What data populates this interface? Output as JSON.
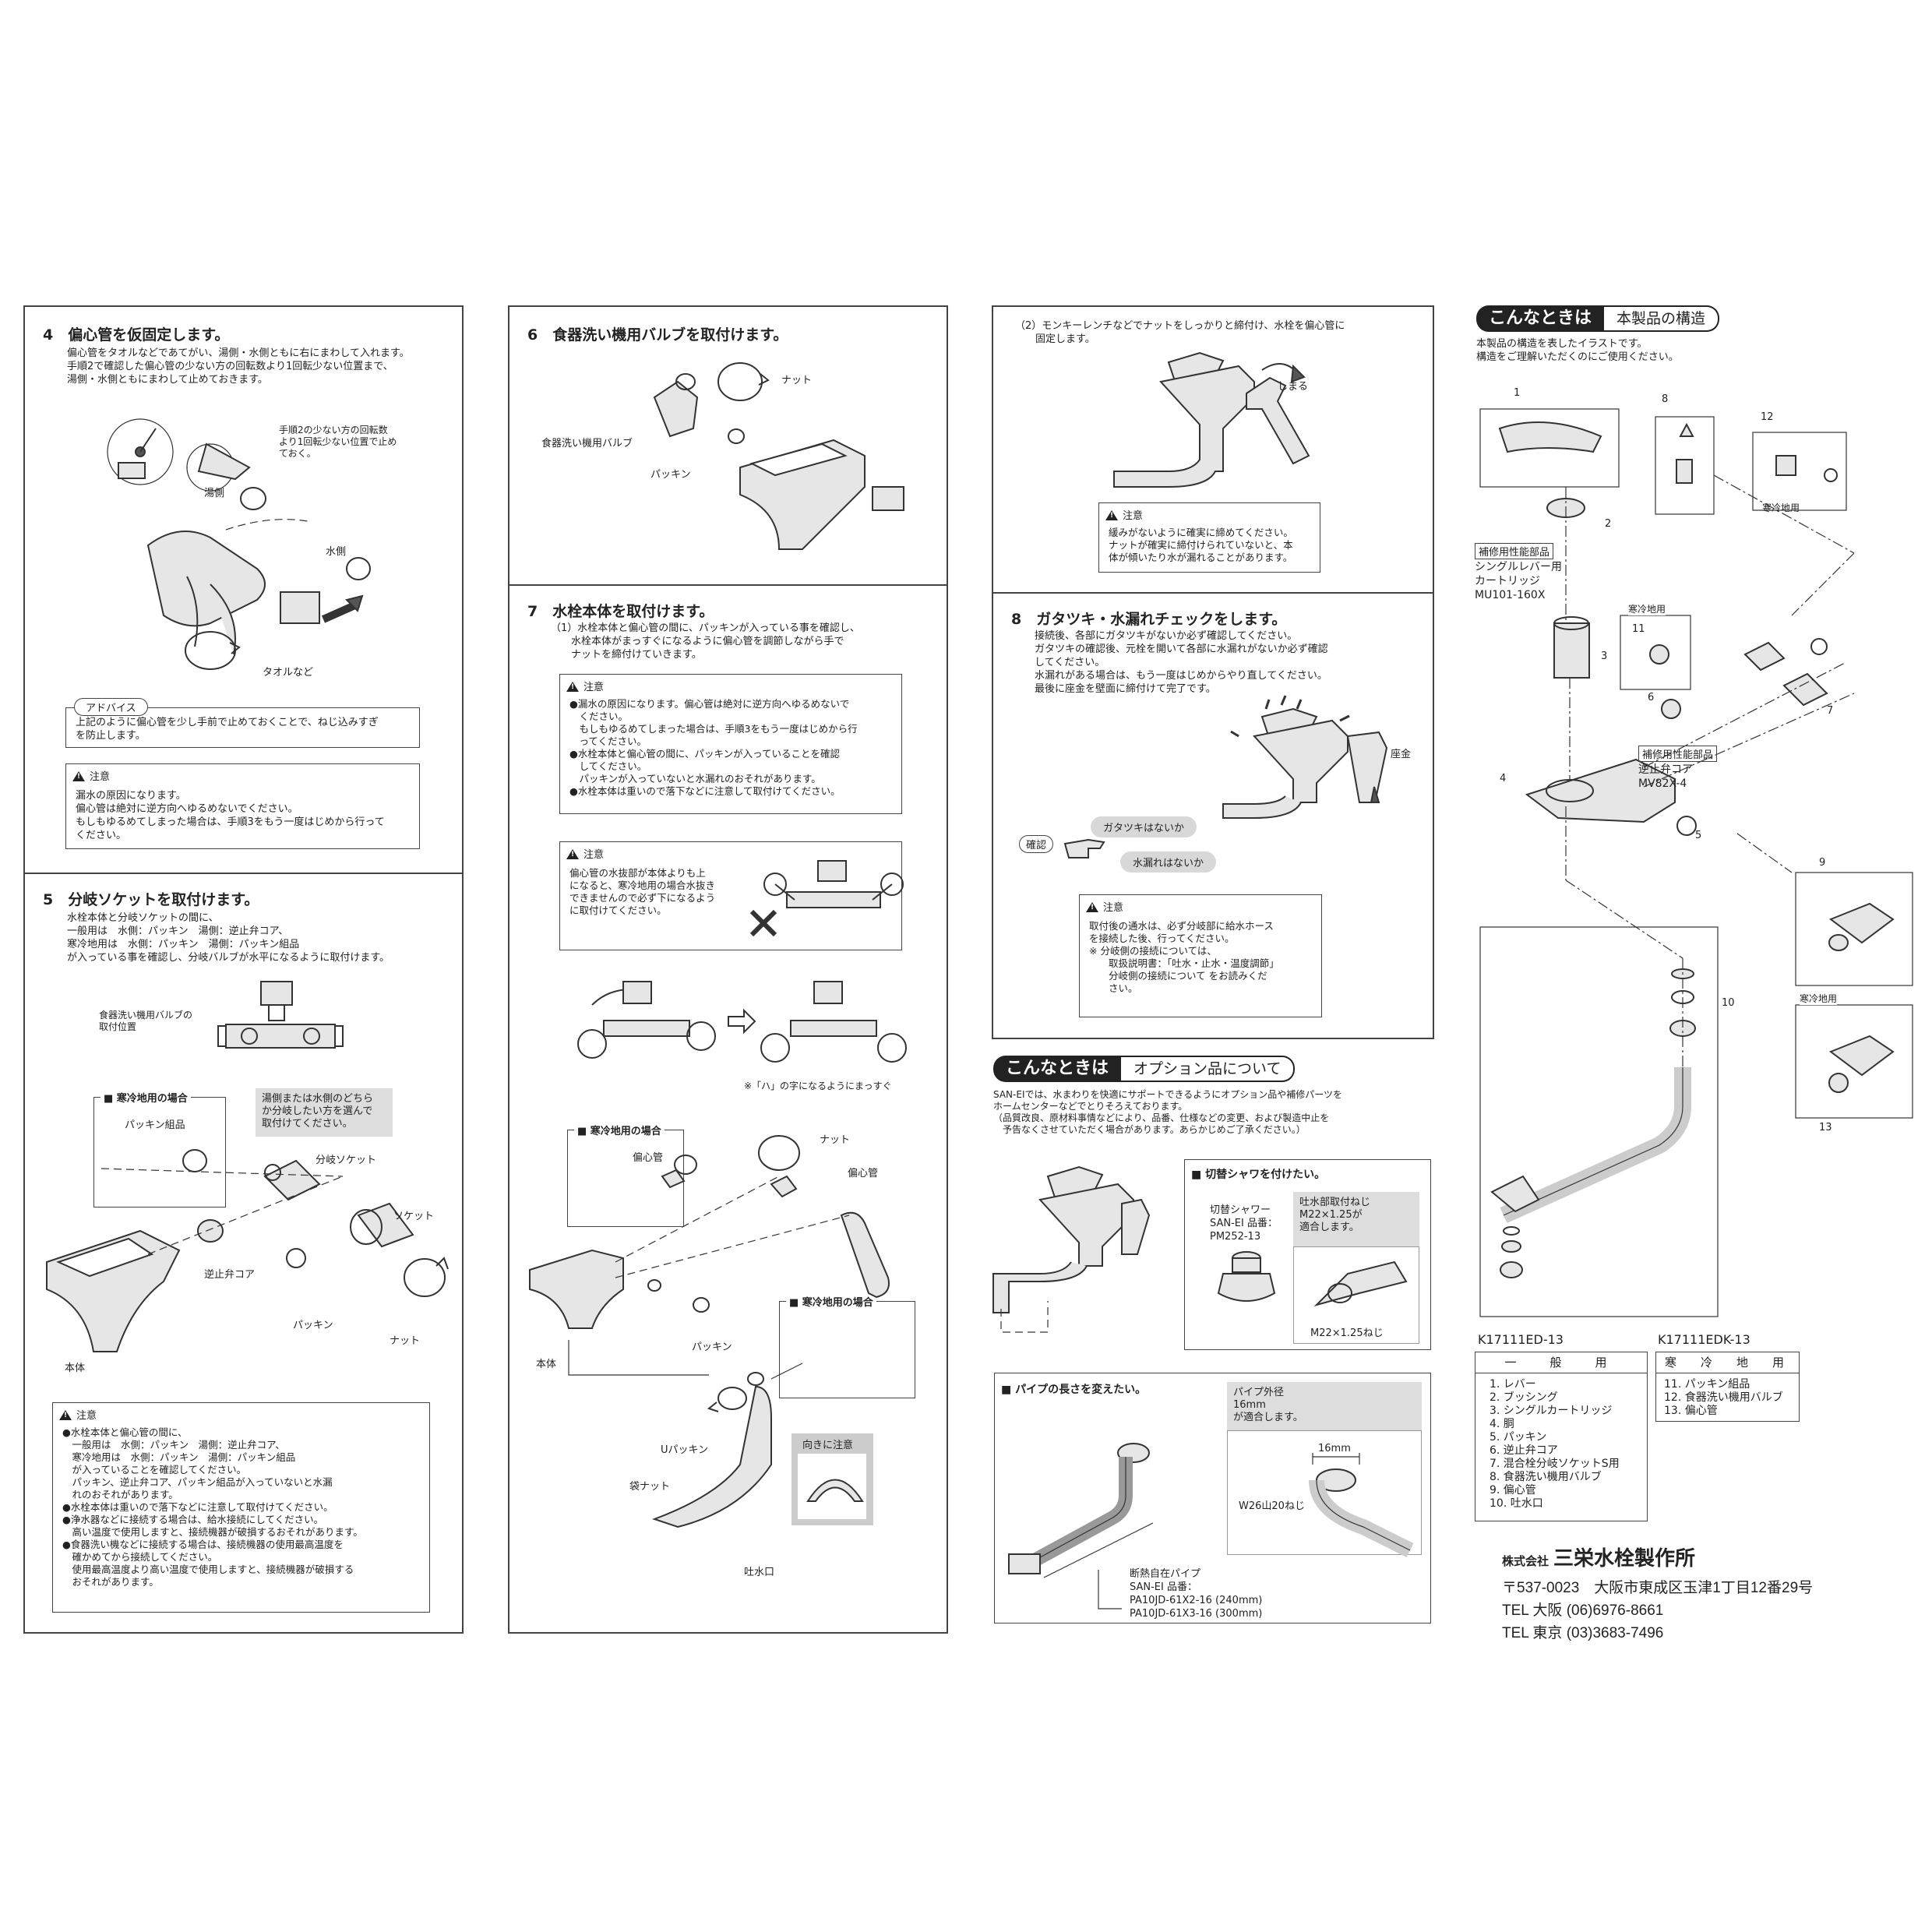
{
  "col1": {
    "s4": {
      "title": "4　偏心管を仮固定します。",
      "desc": "偏心管をタオルなどであてがい、湯側・水側ともに右にまわして入れます。\n手順2で確認した偏心管の少ない方の回転数より1回転少ない位置まで、\n湯側・水側ともにまわして止めておきます。",
      "note": "手順2の少ない方の回転数\nより1回転少ない位置で止め\nておく。",
      "lbl_yu": "湯側",
      "lbl_mizu": "水側",
      "lbl_towel": "タオルなど",
      "advice_tag": "アドバイス",
      "advice_text": "上記のように偏心管を少し手前で止めておくことで、ねじ込みすぎ\nを防止します。",
      "caution_head": "注意",
      "caution_text": "漏水の原因になります。\n偏心管は絶対に逆方向へゆるめないでください。\nもしもゆるめてしまった場合は、手順3をもう一度はじめから行って\nください。"
    },
    "s5": {
      "title": "5　分岐ソケットを取付けます。",
      "desc": "水栓本体と分岐ソケットの間に、\n一般用は　水側：パッキン　湯側：逆止弁コア、\n寒冷地用は　水側：パッキン　湯側：パッキン組品\nが入っている事を確認し、分岐バルブが水平になるように取付けます。",
      "lbl_valve_pos": "食器洗い機用バルブの\n取付位置",
      "cold_head": "■ 寒冷地用の場合",
      "lbl_packing_set": "パッキン組品",
      "shaded_note": "湯側または水側のどちら\nか分岐したい方を選んで\n取付けてください。",
      "lbl_branch_socket": "分岐ソケット",
      "lbl_socket": "ソケット",
      "lbl_check_core": "逆止弁コア",
      "lbl_packing": "パッキン",
      "lbl_nut": "ナット",
      "lbl_body": "本体",
      "caution_head": "注意",
      "caution_text": "●水栓本体と偏心管の間に、\n　一般用は　水側：パッキン　湯側：逆止弁コア、\n　寒冷地用は　水側：パッキン　湯側：パッキン組品\n　が入っていることを確認してください。\n　パッキン、逆止弁コア、パッキン組品が入っていないと水漏\n　れのおそれがあります。\n●水栓本体は重いので落下などに注意して取付けてください。\n●浄水器などに接続する場合は、給水接続にしてください。\n　高い温度で使用しますと、接続機器が破損するおそれがあります。\n●食器洗い機などに接続する場合は、接続機器の使用最高温度を\n　確かめてから接続してください。\n　使用最高温度より高い温度で使用しますと、接続機器が破損する\n　おそれがあります。"
    }
  },
  "col2": {
    "s6": {
      "title": "6　食器洗い機用バルブを取付けます。",
      "lbl_nut": "ナット",
      "lbl_valve": "食器洗い機用バルブ",
      "lbl_packing": "パッキン"
    },
    "s7": {
      "title": "7　水栓本体を取付けます。",
      "desc": "（1）水栓本体と偏心管の間に、パッキンが入っている事を確認し、\n　　水栓本体がまっすぐになるように偏心管を調節しながら手で\n　　ナットを締付けていきます。",
      "caution1_head": "注意",
      "caution1_text": "●漏水の原因になります。偏心管は絶対に逆方向へゆるめないで\n　ください。\n　もしもゆるめてしまった場合は、手順3をもう一度はじめから行\n　ってください。\n●水栓本体と偏心管の間に、パッキンが入っていることを確認\n　してください。\n　パッキンが入っていないと水漏れのおそれがあります。\n●水栓本体は重いので落下などに注意して取付けてください。",
      "caution2_head": "注意",
      "caution2_text": "偏心管の水抜部が本体よりも上\nになると、寒冷地用の場合水抜き\nできませんので必ず下になるよう\nに取付けてください。",
      "footnote": "※「ハ」の字になるようにまっすぐ",
      "cold_head1": "■ 寒冷地用の場合",
      "cold_head2": "■ 寒冷地用の場合",
      "lbl_eccentric": "偏心管",
      "lbl_nut": "ナット",
      "lbl_eccentric2": "偏心管",
      "lbl_body": "本体",
      "lbl_packing": "パッキン",
      "lbl_upacking": "Uパッキン",
      "lbl_bagnut": "袋ナット",
      "lbl_spout": "吐水口",
      "lbl_direction": "向きに注意"
    }
  },
  "col3": {
    "s7b": {
      "desc": "（2）モンキーレンチなどでナットをしっかりと締付け、水栓を偏心管に\n　　固定します。",
      "lbl_tighten": "しまる",
      "caution_head": "注意",
      "caution_text": "緩みがないように確実に締めてください。\nナットが確実に締付けられていないと、本\n体が傾いたり水が漏れることがあります。"
    },
    "s8": {
      "title": "8　ガタツキ・水漏れチェックをします。",
      "desc": "接続後、各部にガタツキがないか必ず確認してください。\nガタツキの確認後、元栓を開いて各部に水漏れがないか必ず確認\nしてください。\n水漏れがある場合は、もう一度はじめからやり直してください。\n最後に座金を壁面に締付けて完了です。",
      "lbl_zagane": "座金",
      "lbl_confirm": "確認",
      "pill1": "ガタツキはないか",
      "pill2": "水漏れはないか",
      "caution_head": "注意",
      "caution_text": "取付後の通水は、必ず分岐部に給水ホース\nを接続した後、行ってください。\n※ 分岐側の接続については、\n　　取扱説明書：「吐水・止水・温度調節」\n　　分岐側の接続について をお読みくだ\n　　さい。"
    },
    "options": {
      "tag1": "こんなときは",
      "tag2": "オプション品について",
      "desc": "SAN-EIでは、水まわりを快適にサポートできるようにオプション品や補修パーツを\nホームセンターなどでとりそろえております。\n（品質改良、原材料事情などにより、品番、仕様などの変更、および製造中止を\n　予告なくさせていただく場合があります。あらかじめご了承ください。）",
      "shower_head": "■ 切替シャワを付けたい。",
      "shower_name": "切替シャワー\nSAN-EI 品番：\nPM252-13",
      "shower_note": "吐水部取付ねじ\nM22×1.25が\n適合します。",
      "shower_thread": "M22×1.25ねじ",
      "pipe_head": "■ パイプの長さを変えたい。",
      "pipe_note": "パイプ外径\n16mm\nが適合します。",
      "pipe_dim": "16mm",
      "pipe_thread": "W26山20ねじ",
      "pipe_name": "断熱自在パイプ\nSAN-EI 品番：\nPA10JD-61X2-16 (240mm)\nPA10JD-61X3-16 (300mm)"
    }
  },
  "col4": {
    "tag1": "こんなときは",
    "tag2": "本製品の構造",
    "desc": "本製品の構造を表したイラストです。\n構造をご理解いただくのにご使用ください。",
    "repair1_tag": "補修用性能部品",
    "repair1_text": "シングルレバー用\nカートリッジ\nMU101-160X",
    "repair2_tag": "補修用性能部品",
    "repair2_text": "逆止弁コア\nMV82X-4",
    "cold_label1": "寒冷地用",
    "cold_label2": "寒冷地用",
    "cold_label3": "寒冷地用",
    "nums": [
      "1",
      "2",
      "3",
      "4",
      "5",
      "6",
      "7",
      "8",
      "9",
      "10",
      "11",
      "12",
      "13"
    ],
    "model1": "K17111ED-13",
    "model2": "K17111EDK-13",
    "table1_head": "一　般　用",
    "table1_items": [
      "1. レバー",
      "2. ブッシング",
      "3. シングルカートリッジ",
      "4. 胴",
      "5. パッキン",
      "6. 逆止弁コア",
      "7. 混合栓分岐ソケットS用",
      "8. 食器洗い機用バルブ",
      "9. 偏心管",
      "10. 吐水口"
    ],
    "table2_head": "寒　冷　地　用",
    "table2_items": [
      "11. パッキン組品",
      "12. 食器洗い機用バルブ",
      "13. 偏心管"
    ],
    "company": {
      "prefix": "株式会社",
      "name": "三栄水栓製作所",
      "address": "〒537-0023　大阪市東成区玉津1丁目12番29号",
      "tel1": "TEL 大阪 (06)6976-8661",
      "tel2": "TEL 東京 (03)3683-7496"
    }
  }
}
